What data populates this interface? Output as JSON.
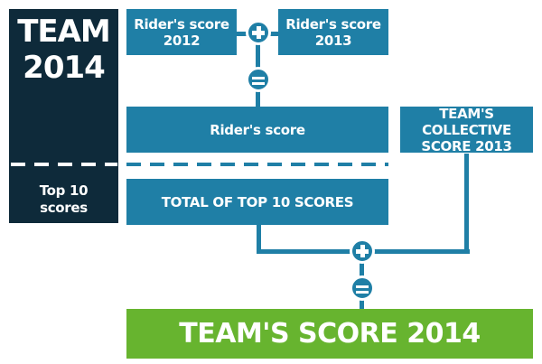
{
  "left_panel": {
    "title_line1": "TEAM",
    "title_line2": "2014",
    "sub_line1": "Top 10",
    "sub_line2": "scores"
  },
  "boxes": {
    "rider_2012_line1": "Rider's score",
    "rider_2012_line2": "2012",
    "rider_2013_line1": "Rider's score",
    "rider_2013_line2": "2013",
    "riders_score": "Rider's score",
    "collective_line1": "TEAM'S COLLECTIVE",
    "collective_line2": "SCORE 2013",
    "total_top10": "TOTAL OF TOP 10 SCORES",
    "team_score": "TEAM'S SCORE 2014"
  },
  "operators": {
    "plus": "plus-icon",
    "equals": "equals-icon"
  },
  "colors": {
    "dark_navy": "#0e2a3a",
    "blue": "#1f7fa6",
    "green": "#67b42f"
  }
}
